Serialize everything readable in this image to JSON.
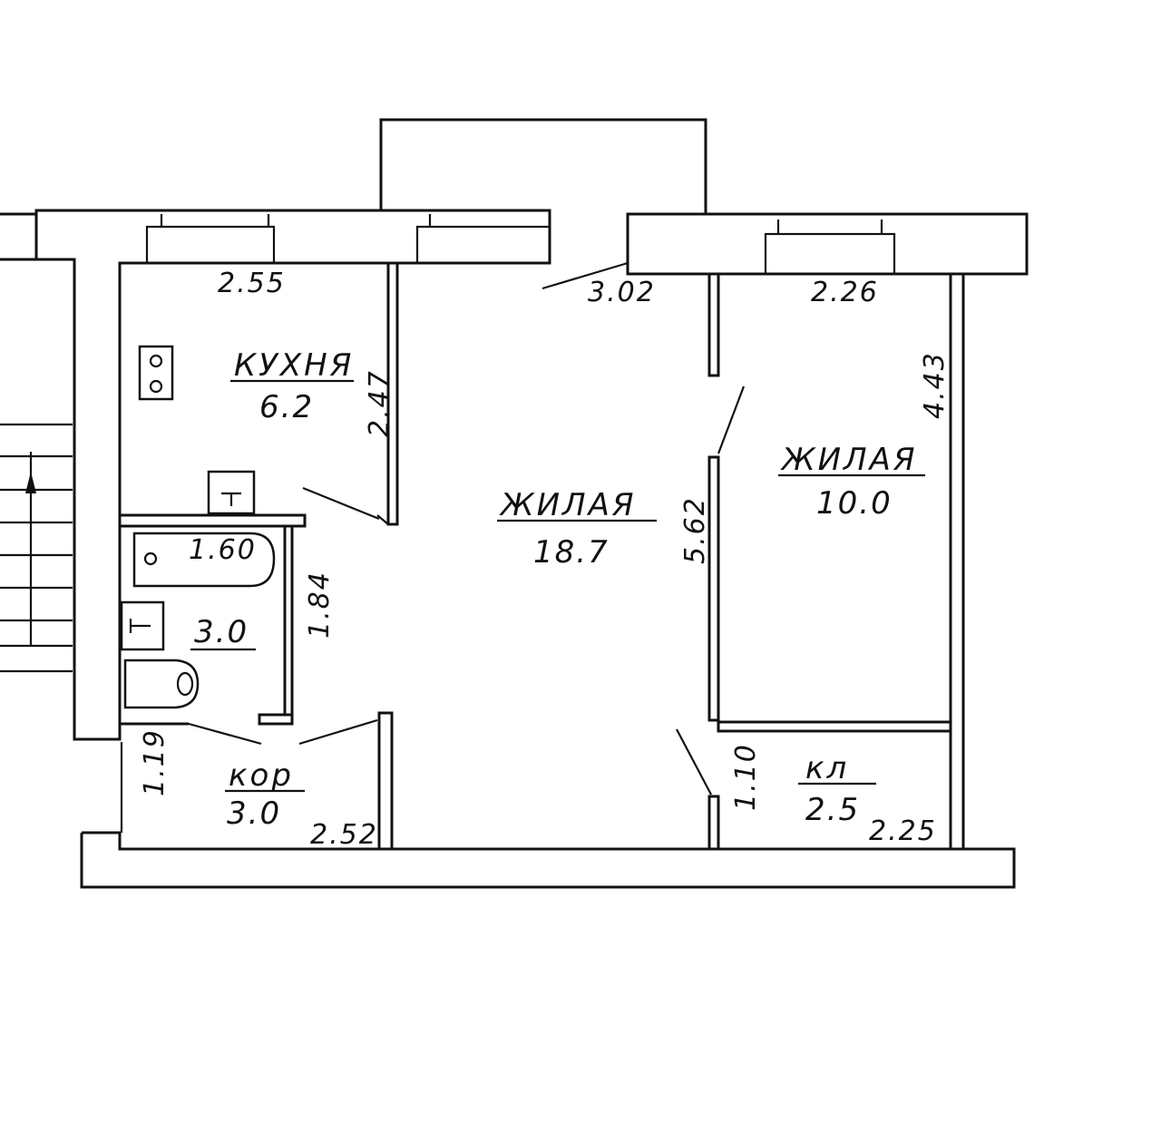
{
  "rooms": {
    "kitchen": {
      "name": "КУХНЯ",
      "area": "6.2",
      "width": "2.55",
      "depth": "2.47"
    },
    "living_main": {
      "name": "ЖИЛАЯ",
      "area": "18.7",
      "width": "3.02",
      "depth": "5.62"
    },
    "living_small": {
      "name": "ЖИЛАЯ",
      "area": "10.0",
      "width": "2.26",
      "depth": "4.43"
    },
    "bathroom": {
      "area": "3.0",
      "width": "1.60",
      "depth": "1.84"
    },
    "corridor": {
      "name": "кор",
      "area": "3.0",
      "width": "2.52",
      "depth": "1.19"
    },
    "storage": {
      "name": "кл",
      "area": "2.5",
      "width": "2.25",
      "depth": "1.10"
    }
  }
}
